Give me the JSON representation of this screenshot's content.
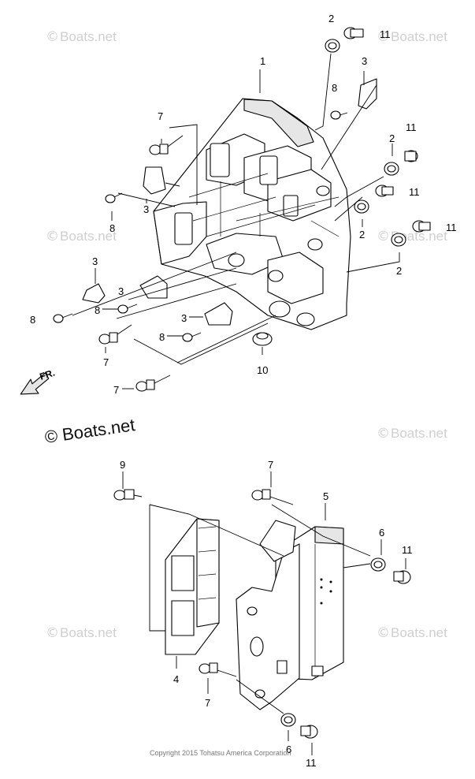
{
  "watermark": {
    "symbol": "©",
    "text": "Boats.net",
    "main_text": "© Boats.net"
  },
  "direction_marker": {
    "text": "FR."
  },
  "copyright": "Copyright 2015 Tohatsu America Corporation",
  "callouts": {
    "c1": "1",
    "c2a": "2",
    "c2b": "2",
    "c2c": "2",
    "c2d": "2",
    "c3a": "3",
    "c3b": "3",
    "c3c": "3",
    "c3d": "3",
    "c3e": "3",
    "c4": "4",
    "c5": "5",
    "c6a": "6",
    "c6b": "6",
    "c7a": "7",
    "c7b": "7",
    "c7c": "7",
    "c7d": "7",
    "c7e": "7",
    "c8a": "8",
    "c8b": "8",
    "c8c": "8",
    "c8d": "8",
    "c8e": "8",
    "c9": "9",
    "c10": "10",
    "c11a": "11",
    "c11b": "11",
    "c11c": "11",
    "c11d": "11",
    "c11e": "11",
    "c11f": "11"
  }
}
